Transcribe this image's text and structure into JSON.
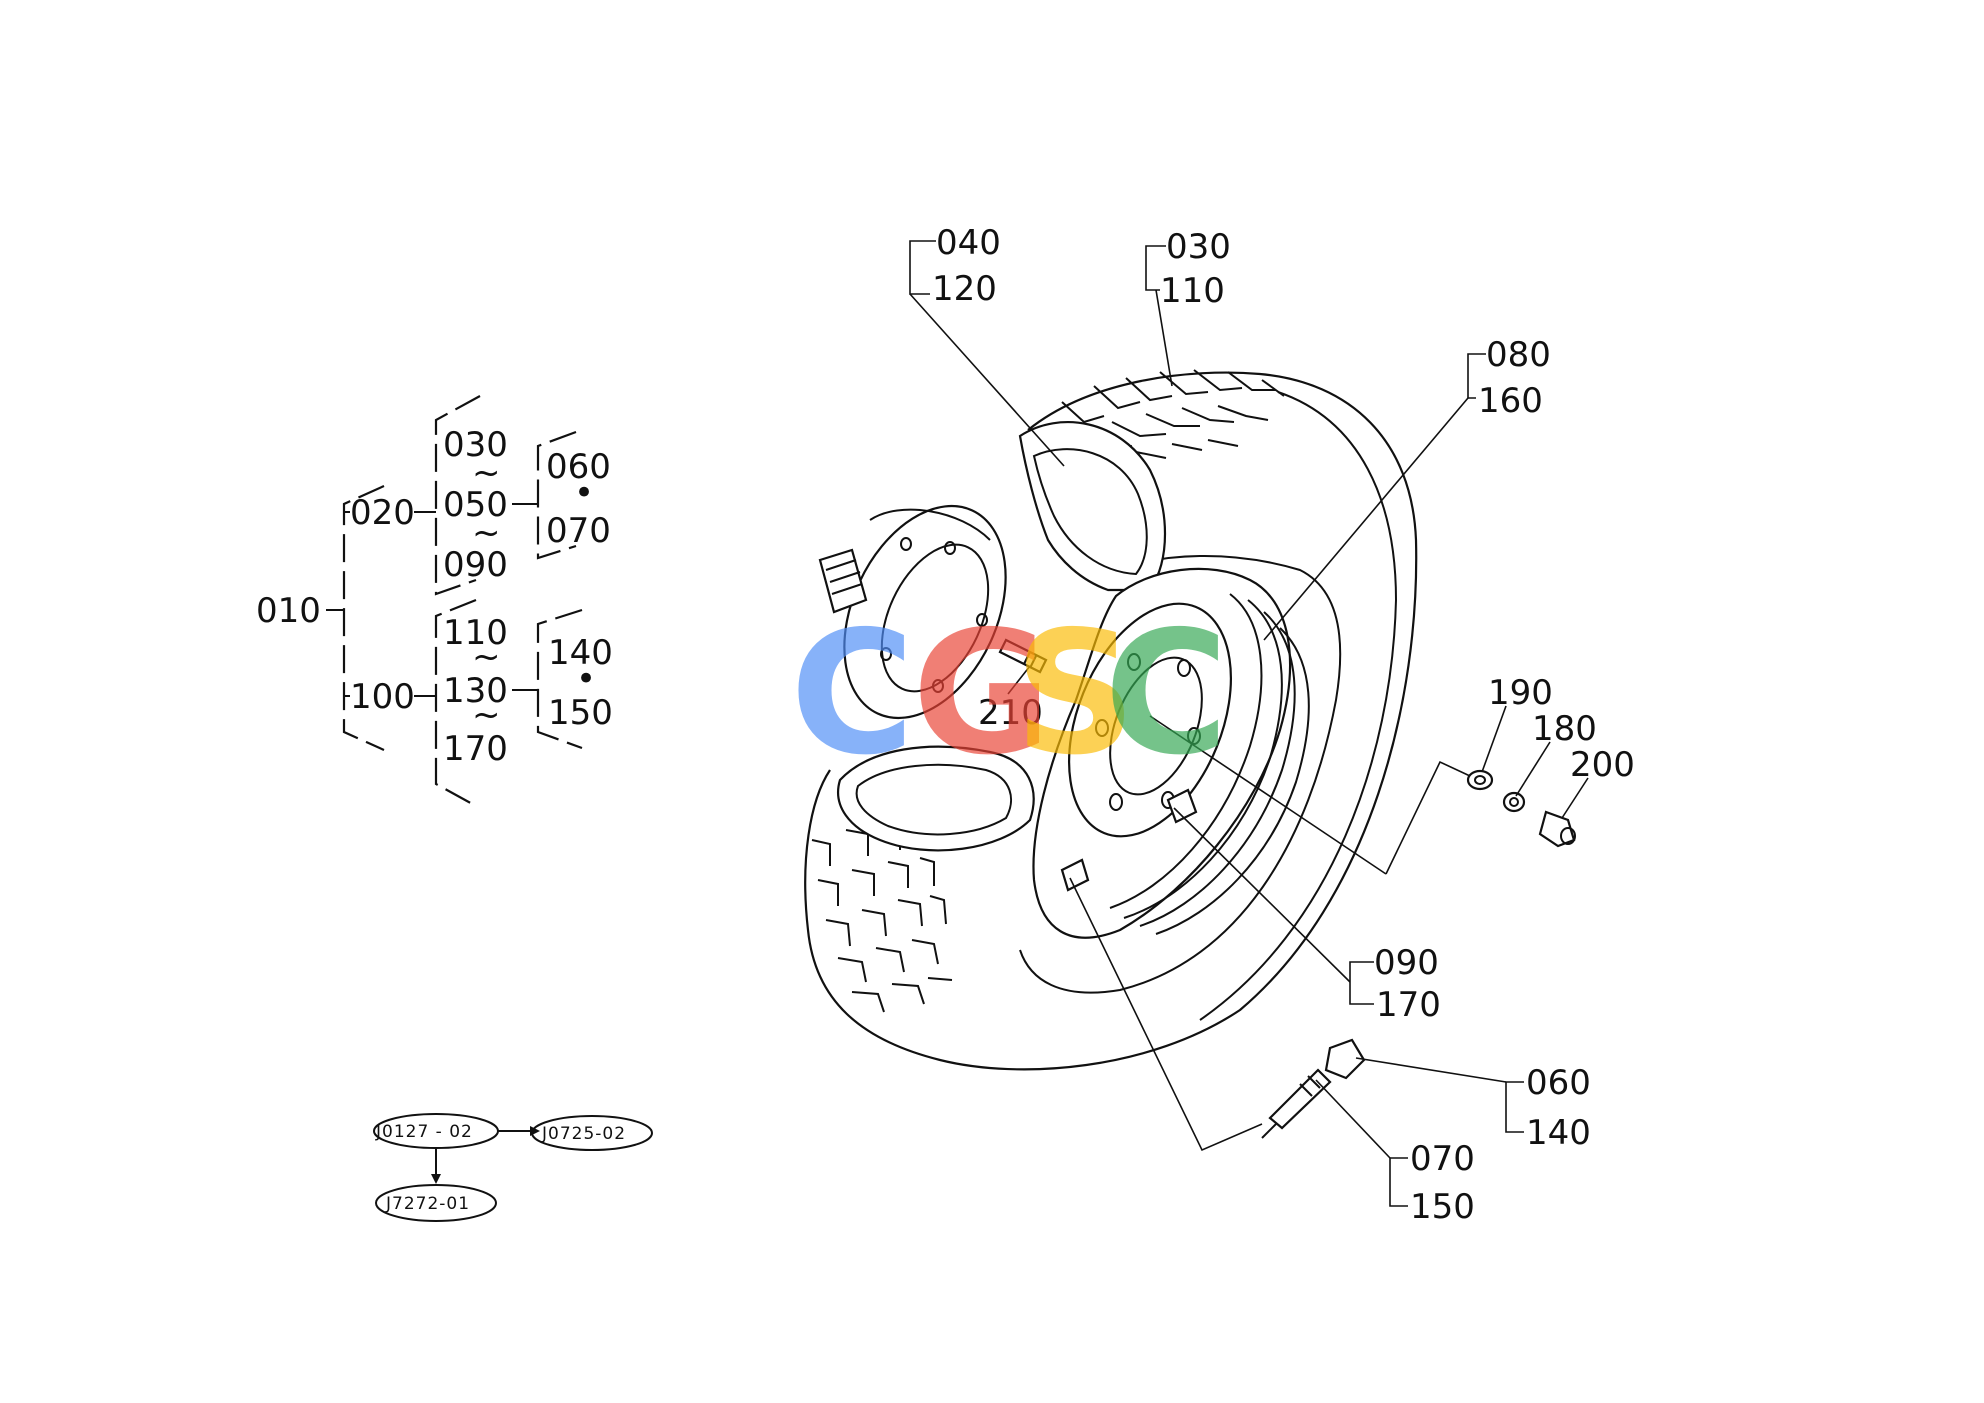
{
  "tree": {
    "root": "010",
    "level1_top": "020",
    "level1_bottom": "100",
    "group_top": {
      "first": "030",
      "mid": "050",
      "last": "090",
      "tilde": "~"
    },
    "group_bottom": {
      "first": "110",
      "mid": "130",
      "last": "170",
      "tilde": "~"
    },
    "sub_top": {
      "a": "060",
      "sep": "•",
      "b": "070"
    },
    "sub_bottom": {
      "a": "140",
      "sep": "•",
      "b": "150"
    }
  },
  "callouts": {
    "c040": "040",
    "c120": "120",
    "c030": "030",
    "c110": "110",
    "c080": "080",
    "c160": "160",
    "c190": "190",
    "c180": "180",
    "c200": "200",
    "c210": "210",
    "c090": "090",
    "c170": "170",
    "c060": "060",
    "c140": "140",
    "c070": "070",
    "c150": "150"
  },
  "serials": {
    "a": "J0127 - 02",
    "b": "J0725-02",
    "c": "J7272-01"
  },
  "watermark": {
    "letters": [
      "C",
      "G",
      "S",
      "C"
    ],
    "colors": [
      "#4f8ef7",
      "#ea4335",
      "#fbbc05",
      "#34a853"
    ]
  }
}
